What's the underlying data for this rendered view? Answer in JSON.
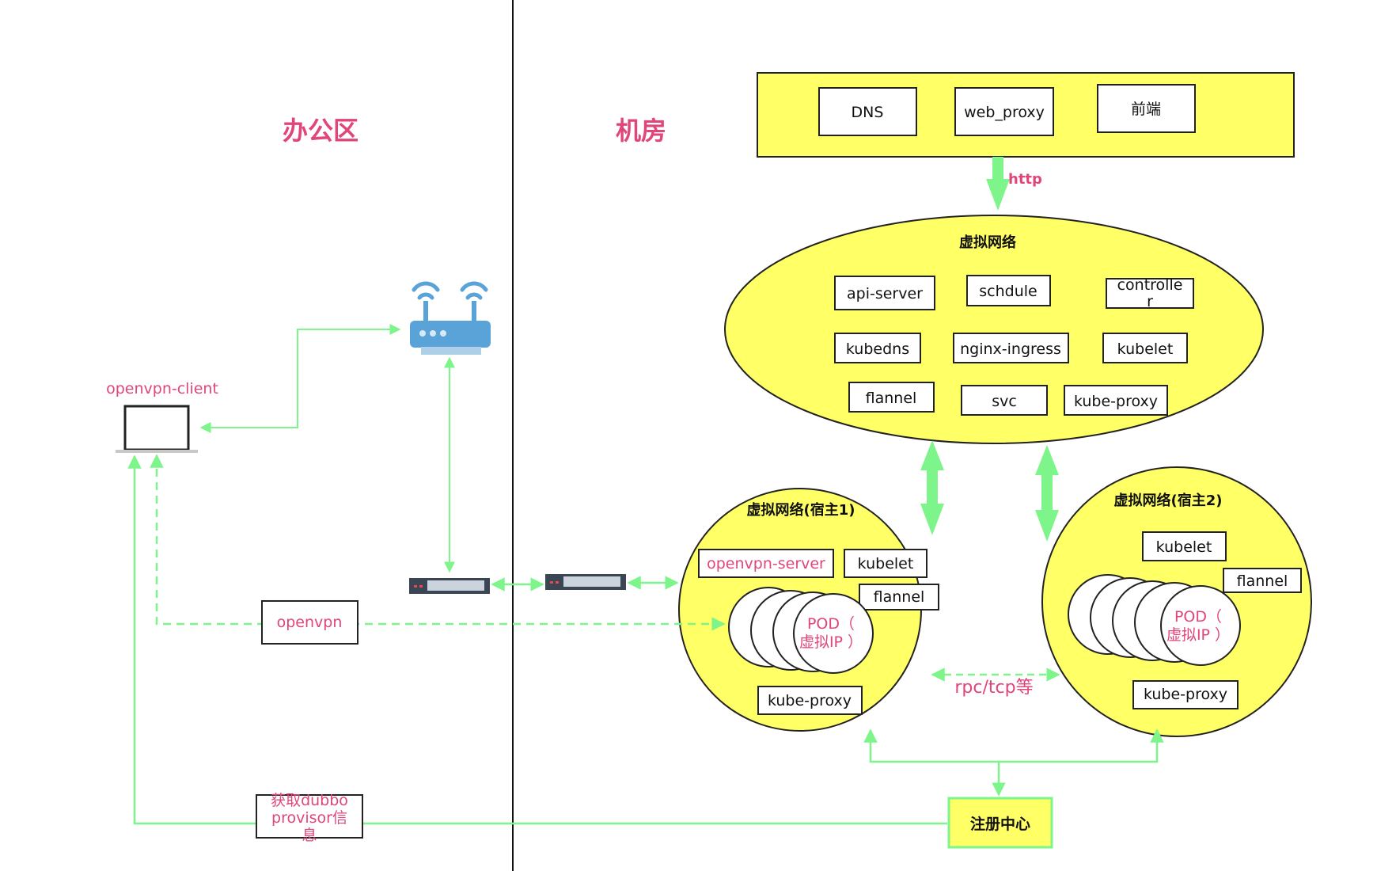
{
  "zones": {
    "office_title": "办公区",
    "datacenter_title": "机房"
  },
  "top_services": {
    "items": [
      "DNS",
      "web_proxy",
      "前端"
    ]
  },
  "http_label": "http",
  "virtual_network": {
    "title": "虚拟网络",
    "components": [
      "api-server",
      "schdule",
      "controlle",
      "r",
      "kubedns",
      "nginx-ingress",
      "kubelet",
      "flannel",
      "svc",
      "kube-proxy"
    ]
  },
  "host1": {
    "title": "虚拟网络(宿主1)",
    "openvpn_server": "openvpn-server",
    "kubelet": "kubelet",
    "flannel": "flannel",
    "pod_line1": "POD（",
    "pod_line2": "虚拟IP ）",
    "kube_proxy": "kube-proxy"
  },
  "host2": {
    "title": "虚拟网络(宿主2)",
    "kubelet": "kubelet",
    "flannel": "flannel",
    "pod_line1": "POD（",
    "pod_line2": "虚拟IP ）",
    "kube_proxy": "kube-proxy"
  },
  "rpc_label": "rpc/tcp等",
  "openvpn_client_label": "openvpn-client",
  "openvpn_box": "openvpn",
  "dubbo_box": {
    "line1": "获取dubbo",
    "line2": "provisor信",
    "line3": "息"
  },
  "registry": "注册中心",
  "colors": {
    "pink": "#e0457b",
    "yellow": "#ffff66",
    "green": "#7df58a",
    "router_blue": "#5aa3d8"
  }
}
